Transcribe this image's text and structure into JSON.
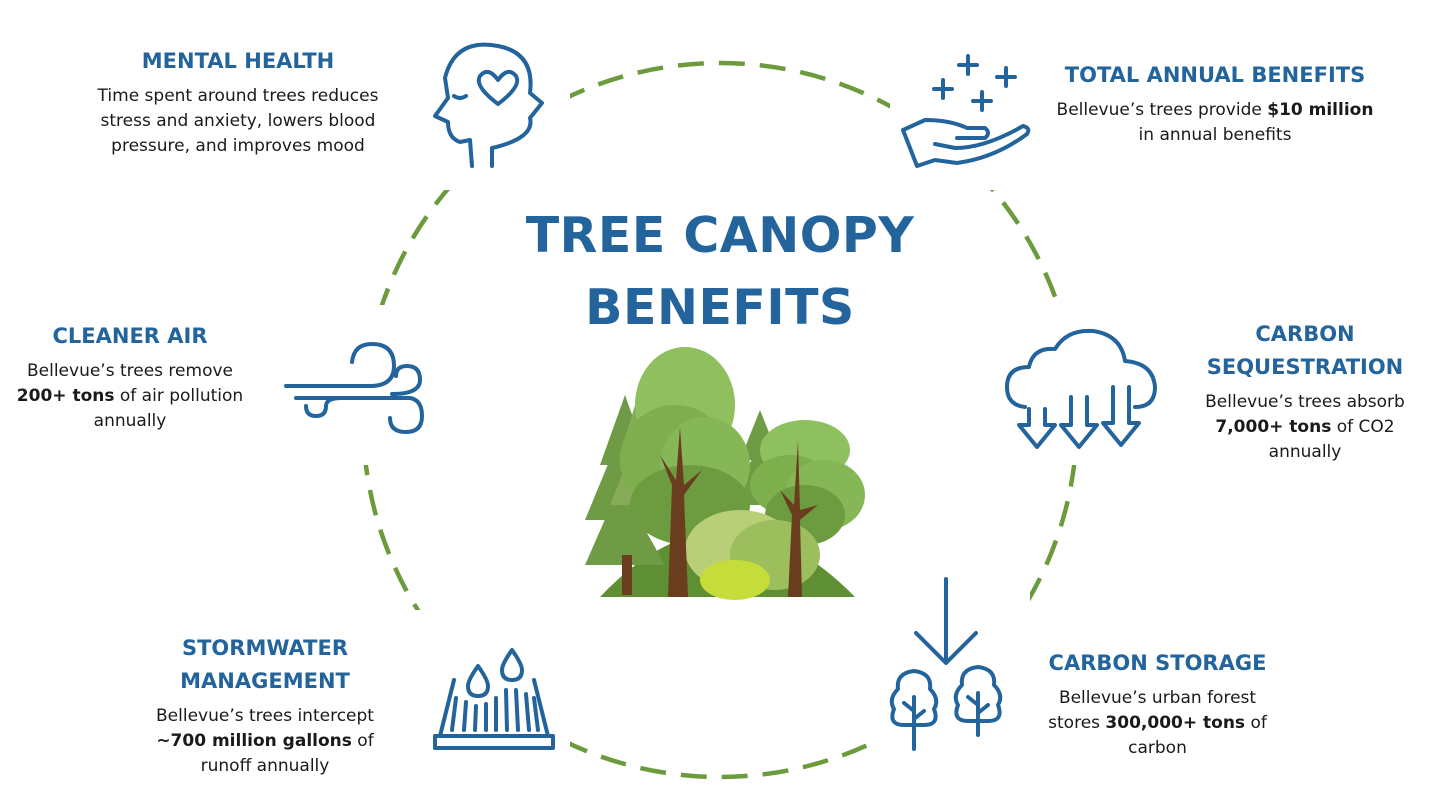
{
  "title": {
    "line1": "TREE CANOPY",
    "line2": "BENEFITS"
  },
  "colors": {
    "title_blue": "#22649b",
    "ring_green": "#6c9b3d",
    "text": "#1a1a1a"
  },
  "benefits": {
    "mental_health": {
      "heading": "MENTAL HEALTH",
      "lines": [
        "Time spent around trees reduces",
        "stress and anxiety, lowers blood",
        "pressure, and improves mood"
      ],
      "icon": "head-heart-icon"
    },
    "total_annual": {
      "heading": "TOTAL ANNUAL BENEFITS",
      "line1_pre": "Bellevue’s trees provide ",
      "line1_bold": "$10 million",
      "line2": "in annual benefits",
      "icon": "hand-sparkles-icon"
    },
    "cleaner_air": {
      "heading": "CLEANER AIR",
      "line1": "Bellevue’s trees remove",
      "line2_bold": "200+ tons",
      "line2_post": " of air pollution",
      "line3": "annually",
      "icon": "wind-icon"
    },
    "carbon_sequestration": {
      "heading_line1": "CARBON",
      "heading_line2": "SEQUESTRATION",
      "line1": "Bellevue’s trees absorb",
      "line2_bold": "7,000+ tons",
      "line2_post": " of CO2",
      "line3": "annually",
      "icon": "cloud-arrows-icon"
    },
    "stormwater": {
      "heading_line1": "STORMWATER",
      "heading_line2": "MANAGEMENT",
      "line1": "Bellevue’s trees intercept",
      "line2_bold": "~700 million gallons",
      "line2_post": " of",
      "line3": "runoff annually",
      "icon": "drain-drops-icon"
    },
    "carbon_storage": {
      "heading": "CARBON STORAGE",
      "line1": "Bellevue’s urban forest",
      "line2_pre": "stores ",
      "line2_bold": "300,000+ tons",
      "line2_post": " of",
      "line3": "carbon",
      "icon": "trees-arrow-icon"
    }
  }
}
